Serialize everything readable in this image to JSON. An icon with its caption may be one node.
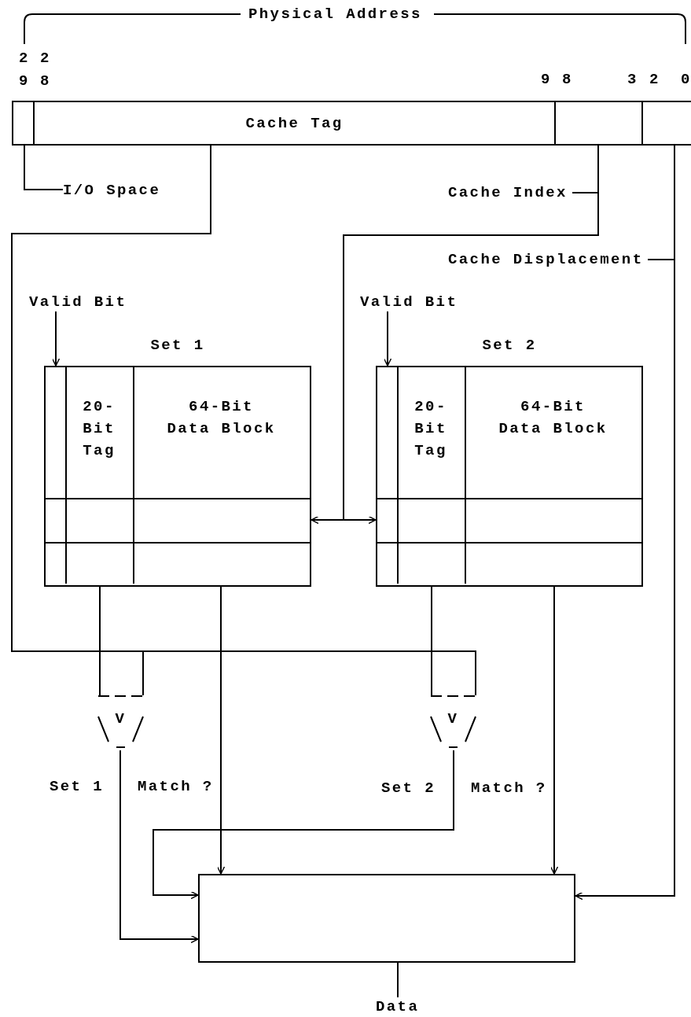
{
  "diagram": {
    "nodes": [
      {
        "text": [],
        "shape": "box"
      },
      {
        "text": [
          "Cache Tag"
        ]
      },
      {
        "text": [],
        "shape": "box"
      },
      {
        "text": [],
        "shape": "box"
      },
      {
        "text": [
          "I/O Space"
        ]
      },
      {
        "text": [
          "Valid Bit"
        ]
      },
      {
        "text": [
          "Set 1"
        ]
      },
      {
        "text": [],
        "shape": "box",
        "in": 6
      },
      {
        "text": [
          "20- Bit Tag"
        ],
        "in": 6
      },
      {
        "text": [
          "64-Bit Data Block"
        ],
        "in": 6
      },
      {
        "text": [
          "Valid Bit"
        ]
      },
      {
        "text": [
          "Set 2"
        ]
      },
      {
        "text": [],
        "shape": "box",
        "in": 11
      },
      {
        "text": [
          "20- Bit Tag"
        ],
        "in": 11
      },
      {
        "text": [
          "64-Bit Data Block"
        ],
        "in": 11
      },
      {
        "text": [
          "V"
        ],
        "beside": [
          "Set 1",
          "Match ?"
        ]
      },
      {
        "text": [
          "V"
        ],
        "beside": [
          "Set 2",
          "Match ?"
        ]
      },
      {
        "text": [],
        "shape": "box"
      },
      {
        "text": [
          "Data"
        ]
      }
    ],
    "edges": [
      {
        "from": 0,
        "to": 4,
        "arrow": "none"
      },
      {
        "from": 1,
        "to": 15,
        "arrow": "none"
      },
      {
        "from": 1,
        "to": 16,
        "arrow": "none"
      },
      {
        "from": 2,
        "to": 6,
        "arrow": "to",
        "label": "Cache Index"
      },
      {
        "from": 2,
        "to": 11,
        "arrow": "to"
      },
      {
        "from": 3,
        "to": 17,
        "arrow": "to",
        "label": "Cache Displacement"
      },
      {
        "from": 5,
        "to": 7,
        "arrow": "to"
      },
      {
        "from": 10,
        "to": 12,
        "arrow": "to"
      },
      {
        "from": 8,
        "to": 15,
        "arrow": "none"
      },
      {
        "from": 13,
        "to": 16,
        "arrow": "none"
      },
      {
        "from": 9,
        "to": 17,
        "arrow": "to"
      },
      {
        "from": 14,
        "to": 17,
        "arrow": "to"
      },
      {
        "from": 15,
        "to": 17,
        "arrow": "to"
      },
      {
        "from": 16,
        "to": 17,
        "arrow": "to"
      },
      {
        "from": 17,
        "to": 18,
        "arrow": "none"
      }
    ],
    "labels": [
      "Physical Address",
      "29",
      "28",
      "9",
      "8",
      "3",
      "2",
      "0"
    ]
  }
}
